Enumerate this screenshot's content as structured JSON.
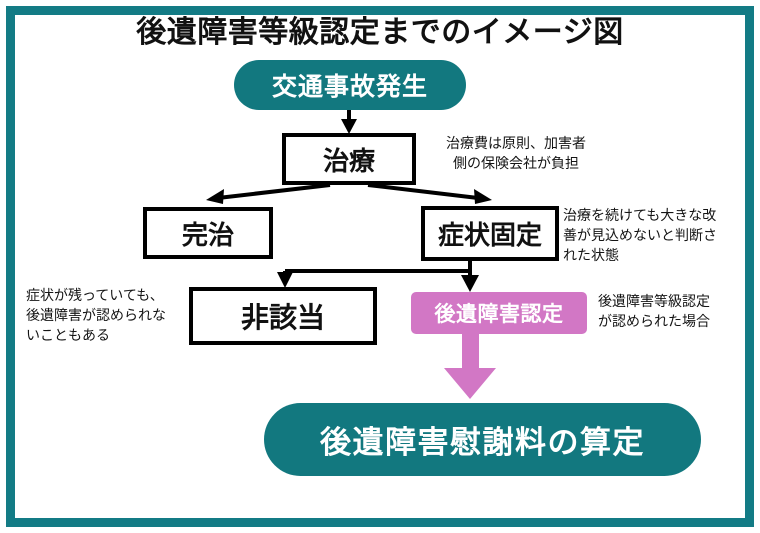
{
  "figure": {
    "title": "後遺障害等級認定までのイメージ図",
    "frame_color": "#137b85",
    "teal_color": "#12787f",
    "pink_color": "#d277c5",
    "line_color": "#000000",
    "background": "#ffffff"
  },
  "nodes": {
    "accident": {
      "label": "交通事故発生",
      "style": "teal-pill"
    },
    "treatment": {
      "label": "治療",
      "style": "outlined-box"
    },
    "full_recovery": {
      "label": "完治",
      "style": "outlined-box"
    },
    "symptom_fixed": {
      "label": "症状固定",
      "style": "outlined-box"
    },
    "not_applicable": {
      "label": "非該当",
      "style": "outlined-box"
    },
    "disability_certified": {
      "label": "後遺障害認定",
      "style": "pink-box"
    },
    "compensation": {
      "label": "後遺障害慰謝料の算定",
      "style": "teal-pill"
    }
  },
  "notes": {
    "treatment_cost": "治療費は原則、加害者\n側の保険会社が負担",
    "symptom_fixed_desc": "治療を続けても大きな改\n善が見込めないと判断さ\nれた状態",
    "not_applicable_desc": "症状が残っていても、\n後遺障害が認められな\nいこともある",
    "certified_desc": "後遺障害等級認定\nが認められた場合"
  }
}
